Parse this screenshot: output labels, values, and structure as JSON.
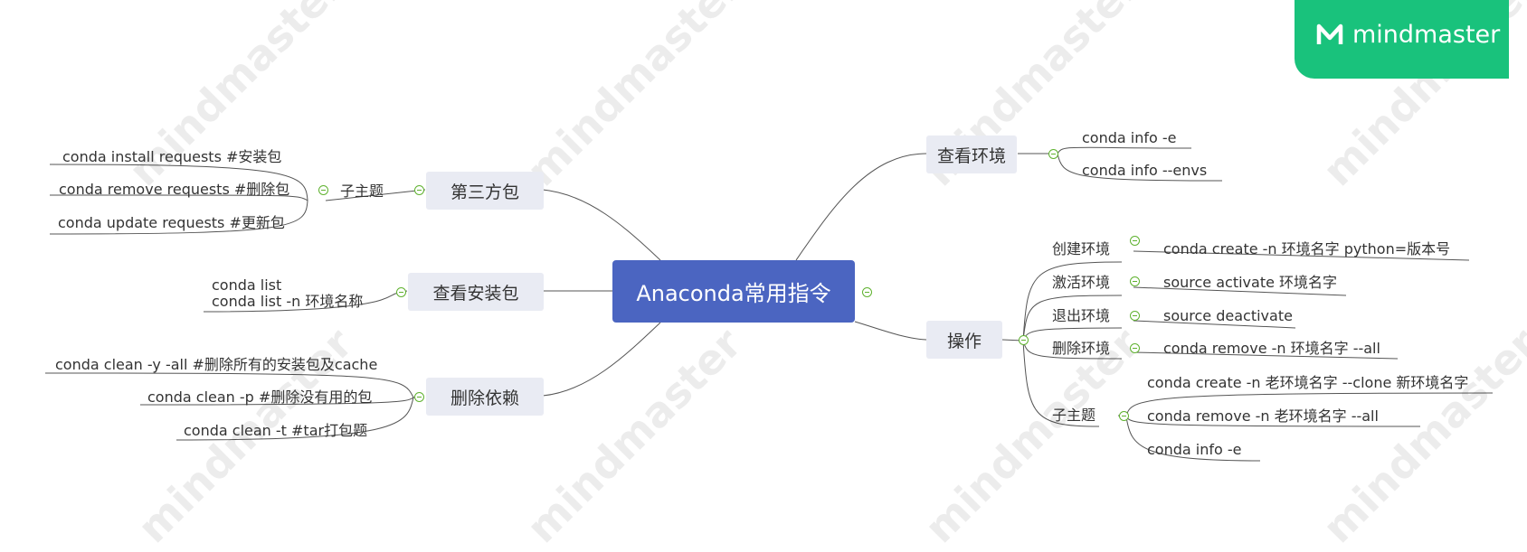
{
  "brand": {
    "name": "mindmaster",
    "watermark": "mindmaster"
  },
  "root": {
    "label": "Anaconda常用指令"
  },
  "topics": {
    "third_party": {
      "label": "第三方包",
      "sub": "子主题",
      "leaves": [
        "conda install requests   #安装包",
        "conda remove requests #删除包",
        "conda update requests  #更新包"
      ]
    },
    "view_packages": {
      "label": "查看安装包",
      "leaves": [
        "conda list",
        "conda list -n 环境名称"
      ]
    },
    "remove_deps": {
      "label": "删除依赖",
      "leaves": [
        "conda clean -y -all  #删除所有的安装包及cache",
        "conda clean -p   #删除没有用的包",
        "conda clean -t     #tar打包题"
      ]
    },
    "view_env": {
      "label": "查看环境",
      "leaves": [
        "conda info -e",
        "conda info --envs"
      ]
    },
    "operations": {
      "label": "操作",
      "items": [
        {
          "label": "创建环境",
          "value": "conda create -n 环境名字 python=版本号"
        },
        {
          "label": "激活环境",
          "value": "source activate 环境名字"
        },
        {
          "label": "退出环境",
          "value": "source deactivate"
        },
        {
          "label": "删除环境",
          "value": "conda remove -n 环境名字 --all"
        }
      ],
      "sub": {
        "label": "子主题",
        "leaves": [
          "conda create -n 老环境名字 --clone 新环境名字",
          "conda remove -n 老环境名字 --all",
          "conda info -e"
        ]
      }
    }
  }
}
